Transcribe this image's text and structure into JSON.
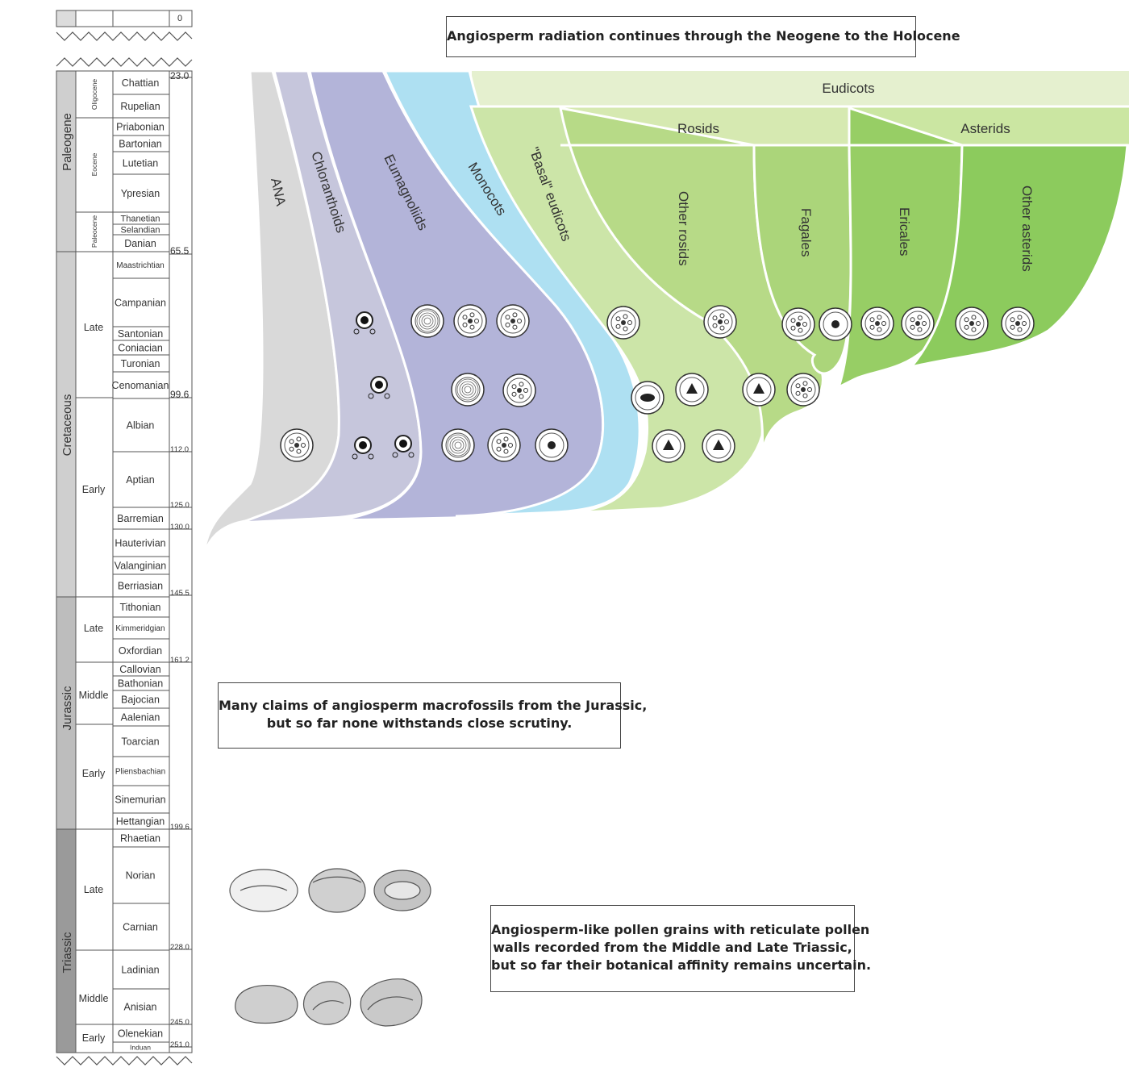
{
  "timescale": {
    "top_value": "0",
    "boundaries": [
      "23.0",
      "65.5",
      "99.6",
      "112.0",
      "125.0",
      "130.0",
      "145.5",
      "161.2",
      "199.6",
      "228.0",
      "245.0",
      "251.0"
    ],
    "periods": [
      "Paleogene",
      "Cretaceous",
      "Jurassic",
      "Triassic"
    ],
    "epochs": [
      "Oligocene",
      "Eocene",
      "Paleocene",
      "Late",
      "Early",
      "Late",
      "Middle",
      "Early",
      "Late",
      "Middle",
      "Early"
    ],
    "stages": [
      "Chattian",
      "Rupelian",
      "Priabonian",
      "Bartonian",
      "Lutetian",
      "Ypresian",
      "Thanetian",
      "Selandian",
      "Danian",
      "Maastrichtian",
      "Campanian",
      "Santonian",
      "Coniacian",
      "Turonian",
      "Cenomanian",
      "Albian",
      "Aptian",
      "Barremian",
      "Hauterivian",
      "Valanginian",
      "Berriasian",
      "Tithonian",
      "Kimmeridgian",
      "Oxfordian",
      "Callovian",
      "Bathonian",
      "Bajocian",
      "Aalenian",
      "Toarcian",
      "Pliensbachian",
      "Sinemurian",
      "Hettangian",
      "Rhaetian",
      "Norian",
      "Carnian",
      "Ladinian",
      "Anisian",
      "Olenekian",
      "Induan"
    ]
  },
  "tree": {
    "lineages": [
      "ANA",
      "Chloranthoids",
      "Eumagnoliids",
      "Monocots",
      "\"Basal\" eudicots",
      "Other rosids",
      "Fagales",
      "Ericales",
      "Other asterids"
    ],
    "groups": {
      "eudicots": "Eudicots",
      "rosids": "Rosids",
      "asterids": "Asterids"
    },
    "colors": {
      "ana": "#d9d9d9",
      "chloranthoids": "#c6c6dc",
      "eumagnoliids": "#b3b4d9",
      "monocots": "#aee0f2",
      "basal_eudicots": "#cce5a8",
      "rosids": "#b7da87",
      "asterids": "#8ccb5d"
    }
  },
  "annotations": {
    "top": "Angiosperm radiation continues through the Neogene to the Holocene",
    "middle": [
      "Many claims of angiosperm macrofossils from the Jurassic,",
      "but so far none withstands close scrutiny."
    ],
    "bottom": [
      "Angiosperm-like pollen grains with reticulate pollen",
      "walls recorded from the Middle and Late Triassic,",
      "but so far their botanical affinity remains uncertain."
    ]
  }
}
